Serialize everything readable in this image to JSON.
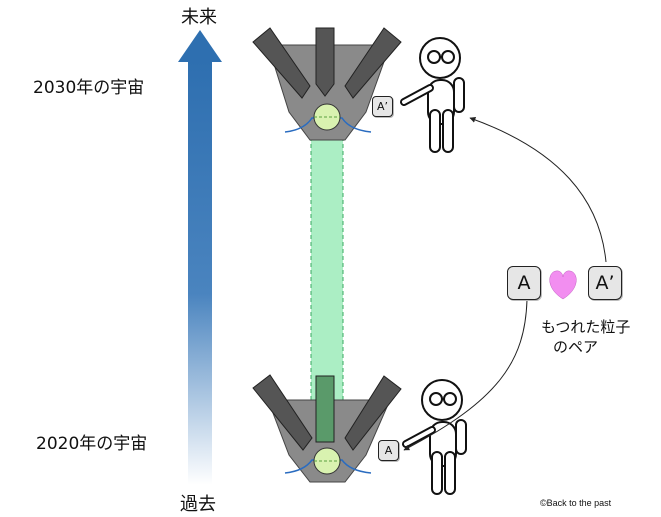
{
  "time_axis": {
    "future_label": "未来",
    "past_label": "過去",
    "arrow_color": "#2e6fb0"
  },
  "eras": {
    "top": "2030年の宇宙",
    "bottom": "2020年の宇宙"
  },
  "particles": {
    "top_observer_tile": "A’",
    "bottom_observer_tile": "A",
    "pair_left": "A",
    "pair_right": "A’",
    "heart_color": "#f28ef0",
    "pair_caption_line1": "もつれた粒子",
    "pair_caption_line2": "のペア"
  },
  "beam_color": "#8fe8b0",
  "copyright": "©Back to the past"
}
